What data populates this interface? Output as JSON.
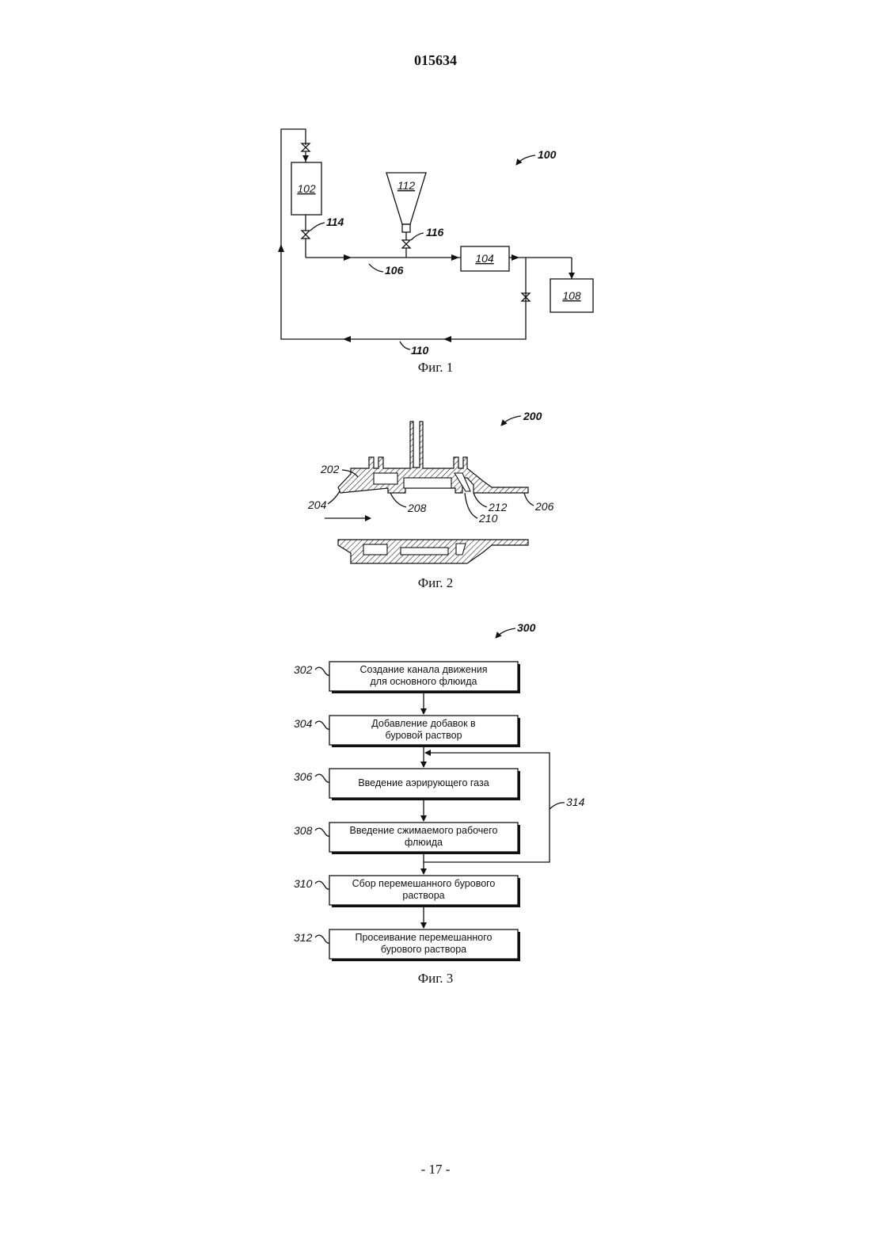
{
  "document_number": "015634",
  "page_number": "- 17 -",
  "fig1": {
    "caption": "Фиг. 1",
    "ref_main": "100",
    "labels": {
      "tank": "102",
      "mixer": "104",
      "line": "106",
      "screen": "108",
      "return": "110",
      "hopper": "112",
      "valve_tank": "114",
      "valve_hopper": "116"
    }
  },
  "fig2": {
    "caption": "Фиг. 2",
    "ref_main": "200",
    "labels": {
      "l202": "202",
      "l204": "204",
      "l206": "206",
      "l208": "208",
      "l210": "210",
      "l212": "212"
    }
  },
  "fig3": {
    "caption": "Фиг. 3",
    "ref_main": "300",
    "loop_label": "314",
    "steps": [
      {
        "id": "302",
        "line1": "Создание канала движения",
        "line2": "для основного флюида"
      },
      {
        "id": "304",
        "line1": "Добавление добавок в",
        "line2": "буровой раствор"
      },
      {
        "id": "306",
        "line1": "Введение аэрирующего газа",
        "line2": ""
      },
      {
        "id": "308",
        "line1": "Введение сжимаемого рабочего",
        "line2": "флюида"
      },
      {
        "id": "310",
        "line1": "Сбор перемешанного бурового",
        "line2": "раствора"
      },
      {
        "id": "312",
        "line1": "Просеивание перемешанного",
        "line2": "бурового раствора"
      }
    ]
  }
}
